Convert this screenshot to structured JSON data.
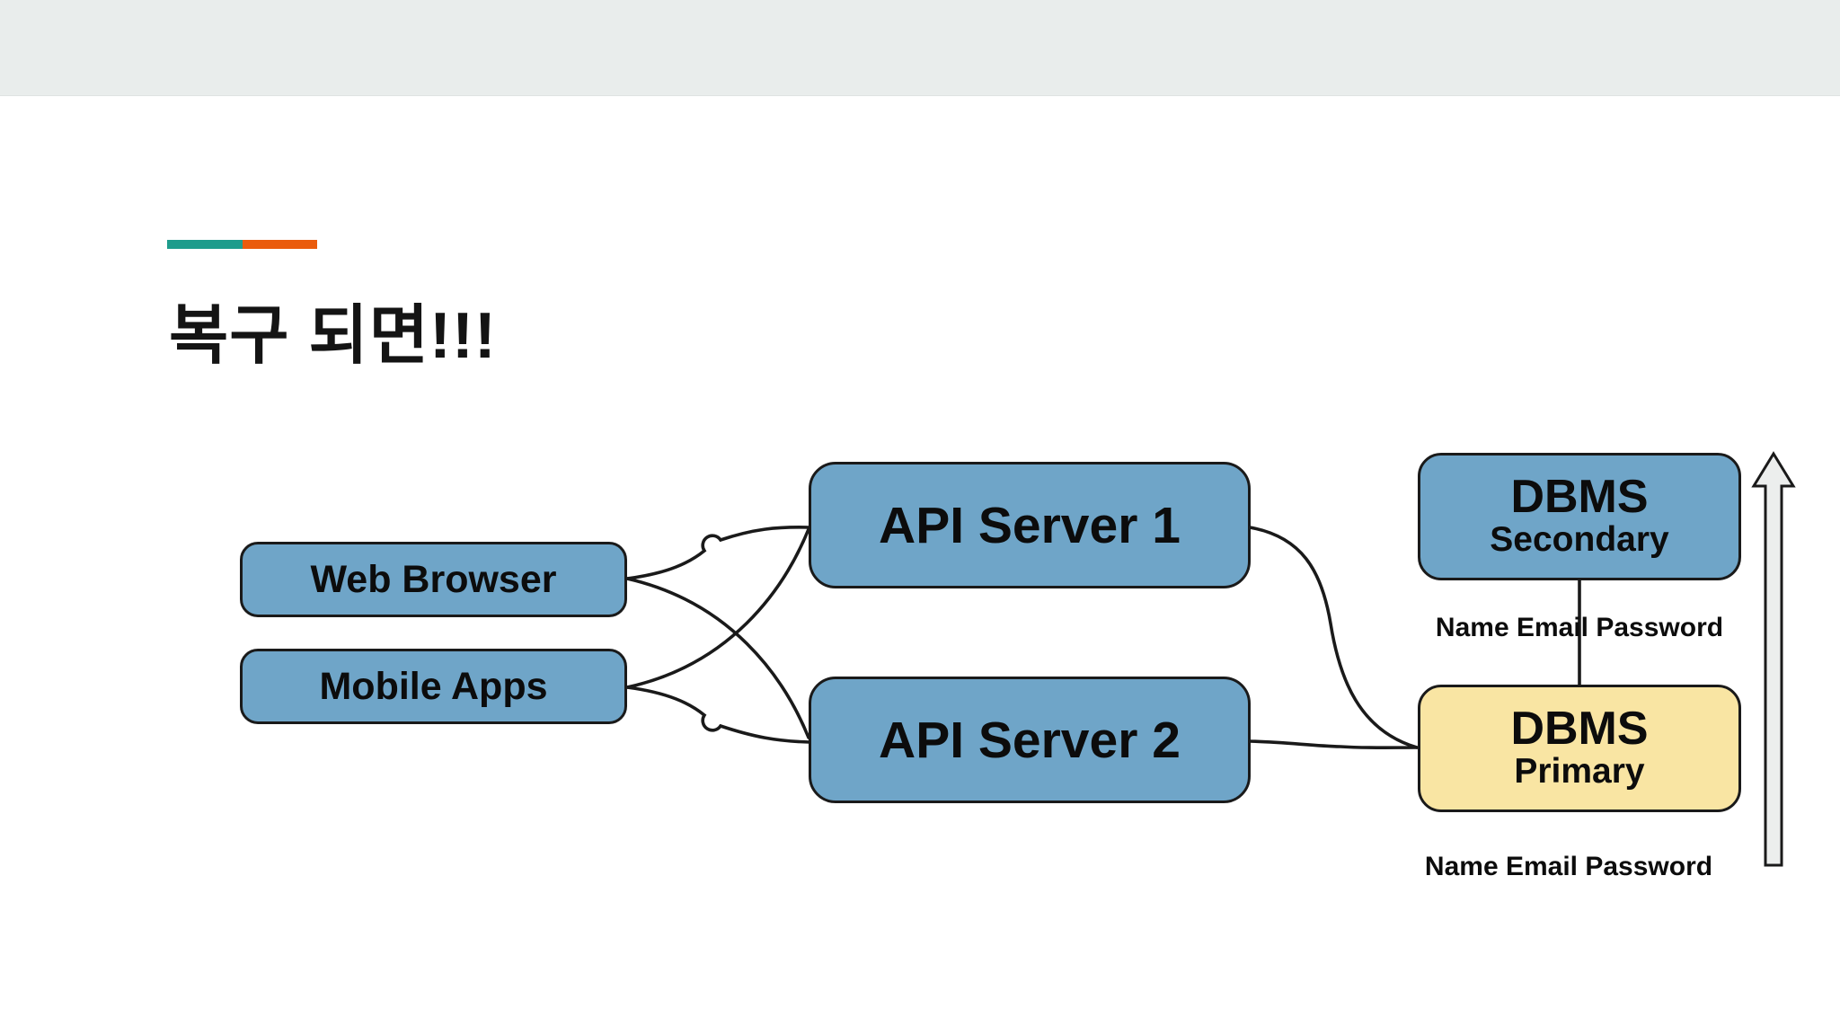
{
  "slide": {
    "title": "복구 되면!!!",
    "nodes": {
      "web_browser": "Web Browser",
      "mobile_apps": "Mobile Apps",
      "api_server_1": "API Server 1",
      "api_server_2": "API Server 2",
      "dbms_secondary_title": "DBMS",
      "dbms_secondary_subtitle": "Secondary",
      "dbms_primary_title": "DBMS",
      "dbms_primary_subtitle": "Primary"
    },
    "annotations": {
      "secondary_fields": "Name Email Password",
      "primary_fields": "Name Email Password"
    },
    "colors": {
      "accent_teal": "#1E9C8C",
      "accent_orange": "#EA5B0C",
      "node_blue": "#6FA5C8",
      "node_yellow": "#F9E5A3",
      "outline_black": "#1A1A1A",
      "connector_black": "#1A1A1A",
      "arrow_fill": "#ECEEED",
      "topbar_gray": "#E9EDEC"
    }
  }
}
